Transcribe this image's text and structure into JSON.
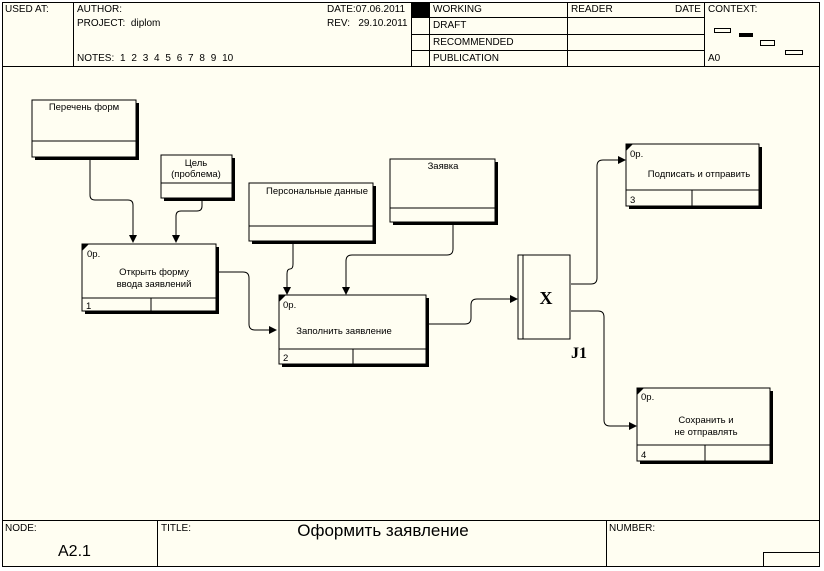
{
  "header": {
    "used_at_label": "USED AT:",
    "author_label": "AUTHOR:",
    "project_label": "PROJECT:",
    "project_value": "diplom",
    "notes_label": "NOTES:",
    "notes_values": "1 2 3 4 5 6 7 8 9 10",
    "date_label": "DATE:",
    "date_value": "07.06.2011",
    "rev_label": "REV:",
    "rev_value": "29.10.2011",
    "status_items": [
      "WORKING",
      "DRAFT",
      "RECOMMENDED",
      "PUBLICATION"
    ],
    "reader_label": "READER",
    "reader_date_label": "DATE",
    "context_label": "CONTEXT:",
    "context_node": "A0"
  },
  "diagram": {
    "boxes": [
      {
        "id": "box1",
        "cost": "0р.",
        "text": [
          "Открыть форму",
          "ввода заявлений"
        ],
        "number": "1"
      },
      {
        "id": "box2",
        "cost": "0р.",
        "text": [
          "Заполнить заявление"
        ],
        "number": "2"
      },
      {
        "id": "box3",
        "cost": "0р.",
        "text": [
          "Подписать и отправить"
        ],
        "number": "3"
      },
      {
        "id": "box4",
        "cost": "0р.",
        "text": [
          "Сохранить и",
          "не отправлять"
        ],
        "number": "4"
      }
    ],
    "refs": [
      {
        "id": "ref-forms",
        "text": [
          "Перечень форм"
        ]
      },
      {
        "id": "ref-goal",
        "text": [
          "Цель",
          "(проблема)"
        ]
      },
      {
        "id": "ref-personal",
        "text": [
          "Персональные данные"
        ]
      },
      {
        "id": "ref-request",
        "text": [
          "Заявка"
        ]
      }
    ],
    "junction": {
      "symbol": "X",
      "label": "J1"
    }
  },
  "footer": {
    "node_label": "NODE:",
    "node_value": "A2.1",
    "title_label": "TITLE:",
    "title_value": "Оформить заявление",
    "number_label": "NUMBER:"
  }
}
